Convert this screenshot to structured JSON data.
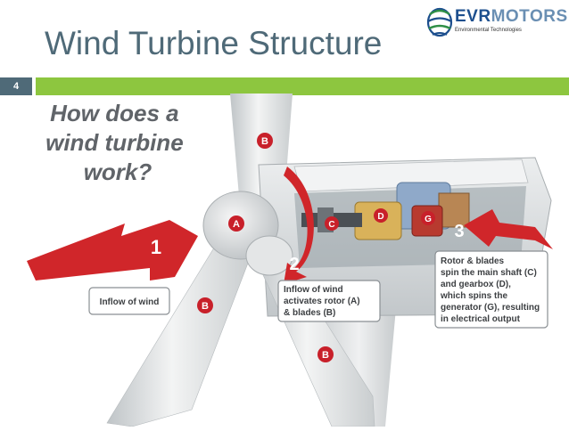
{
  "slide": {
    "title": "Wind Turbine Structure",
    "page_number": "4",
    "accent_color": "#8dc63f",
    "title_color": "#4f6a78"
  },
  "logo": {
    "text_a": "EVR",
    "text_b": "MOTORS",
    "subtitle": "Environmental Technologies"
  },
  "diagram": {
    "headline": [
      "How does a",
      "wind turbine",
      "work?"
    ],
    "step_1": {
      "number": "1",
      "text": "Inflow of wind"
    },
    "step_2": {
      "number": "2",
      "text": [
        "Inflow of wind",
        "activates rotor (A)",
        "& blades (B)"
      ]
    },
    "step_3": {
      "number": "3",
      "text": [
        "Rotor & blades",
        "spin the main shaft (C)",
        "and gearbox (D),",
        "which spins the",
        "generator (G), resulting",
        "in electrical output"
      ]
    },
    "part_labels": {
      "rotor": "A",
      "blade": "B",
      "shaft": "C",
      "gearbox": "D",
      "generator": "G"
    },
    "colors": {
      "arrow_red": "#d0262a",
      "tower_gray": "#dcdfe0",
      "label_circle": "#c8202a"
    }
  }
}
